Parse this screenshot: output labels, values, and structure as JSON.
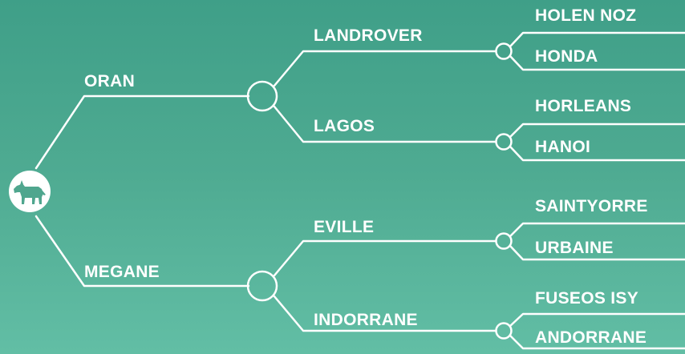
{
  "pedigree": {
    "subject_icon": "horse-icon",
    "sire": {
      "name": "ORAN",
      "sire": {
        "name": "LANDROVER",
        "sire": "HOLEN NOZ",
        "dam": "HONDA"
      },
      "dam": {
        "name": "LAGOS",
        "sire": "HORLEANS",
        "dam": "HANOI"
      }
    },
    "dam": {
      "name": "MEGANE",
      "sire": {
        "name": "EVILLE",
        "sire": "SAINTYORRE",
        "dam": "URBAINE"
      },
      "dam": {
        "name": "INDORRANE",
        "sire": "FUSEOS ISY",
        "dam": "ANDORRANE"
      }
    }
  },
  "colors": {
    "background_top": "#3f9f88",
    "background_bottom": "#62bea5",
    "line": "#ffffff",
    "text": "#ffffff"
  }
}
